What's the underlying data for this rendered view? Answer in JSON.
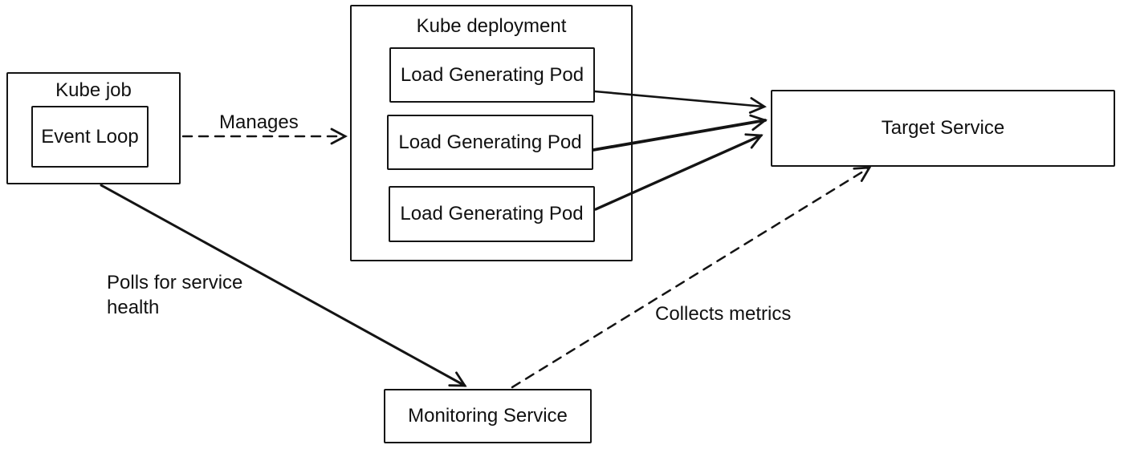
{
  "diagram": {
    "colors": {
      "background": "#ffffff",
      "stroke": "#141414",
      "text": "#111111"
    },
    "nodes": {
      "kube_job": {
        "label": "Kube job"
      },
      "event_loop": {
        "label": "Event Loop"
      },
      "kube_deployment": {
        "label": "Kube deployment",
        "pods": [
          {
            "label": "Load Generating Pod"
          },
          {
            "label": "Load Generating Pod"
          },
          {
            "label": "Load Generating Pod"
          }
        ]
      },
      "target_service": {
        "label": "Target Service"
      },
      "monitoring_service": {
        "label": "Monitoring Service"
      }
    },
    "edges": [
      {
        "id": "manages",
        "from": "kube_job",
        "to": "kube_deployment",
        "label": "Manages",
        "style": "dashed"
      },
      {
        "id": "pod1_to_target",
        "from": "load_generating_pod_1",
        "to": "target_service",
        "label": "",
        "style": "solid"
      },
      {
        "id": "pod2_to_target",
        "from": "load_generating_pod_2",
        "to": "target_service",
        "label": "",
        "style": "solid"
      },
      {
        "id": "pod3_to_target",
        "from": "load_generating_pod_3",
        "to": "target_service",
        "label": "",
        "style": "solid"
      },
      {
        "id": "polls",
        "from": "kube_job",
        "to": "monitoring_service",
        "label": "Polls for service health",
        "style": "solid"
      },
      {
        "id": "collects",
        "from": "monitoring_service",
        "to": "target_service",
        "label": "Collects metrics",
        "style": "dashed"
      }
    ]
  }
}
